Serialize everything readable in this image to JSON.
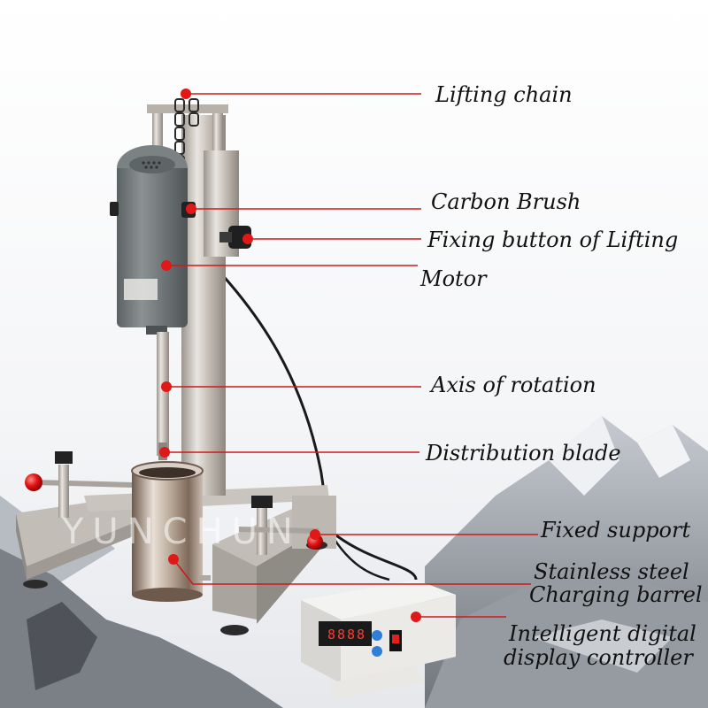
{
  "labels": {
    "lifting_chain": "Lifting chain",
    "carbon_brush": "Carbon Brush",
    "fixing_button": "Fixing button of Lifting",
    "motor": "Motor",
    "axis_rotation": "Axis of rotation",
    "distribution_blade": "Distribution blade",
    "fixed_support": "Fixed support",
    "barrel_line1": "Stainless steel",
    "barrel_line2": "Charging barrel",
    "controller_line1": "Intelligent digital",
    "controller_line2": "display controller"
  },
  "watermark": "YUNCHUN",
  "controller_display": "8888",
  "colors": {
    "leader_line": "#cc1a1a",
    "marker_dot": "#e01818",
    "steel": "#c9c4be",
    "motor_body": "#6f7677",
    "base": "#bdb9b2",
    "mountain": "#8a8f96"
  }
}
